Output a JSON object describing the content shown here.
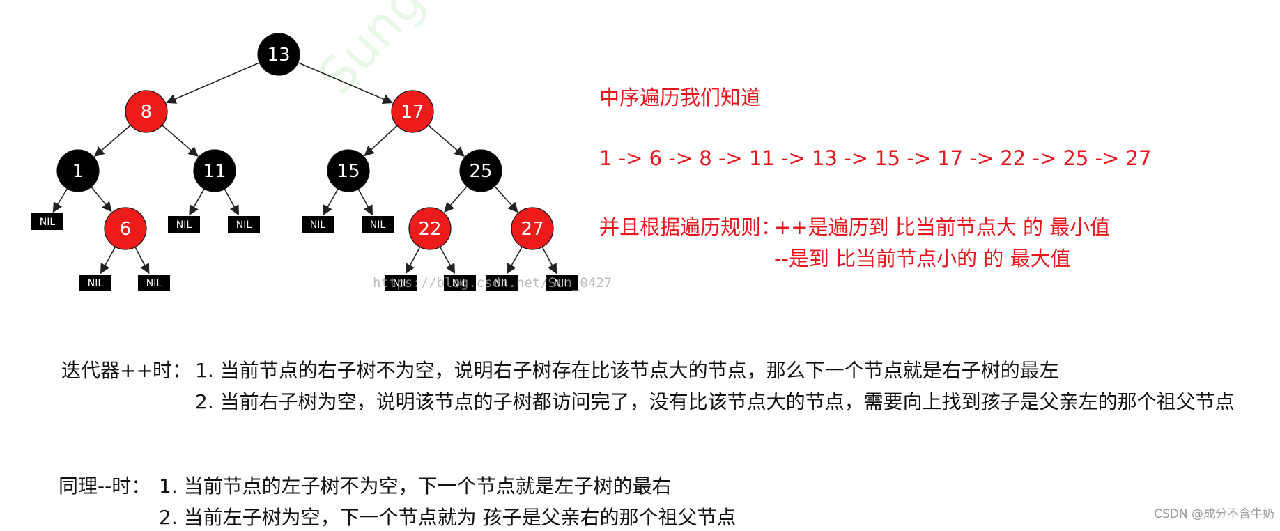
{
  "colors": {
    "red_node": "#ee1b1b",
    "black_node": "#000000",
    "annotation": "#e8161c",
    "body_text": "#111111"
  },
  "tree": {
    "nodes": [
      {
        "id": "n13",
        "label": "13",
        "color": "black",
        "parent": null
      },
      {
        "id": "n8",
        "label": "8",
        "color": "red",
        "parent": "n13"
      },
      {
        "id": "n17",
        "label": "17",
        "color": "red",
        "parent": "n13"
      },
      {
        "id": "n1",
        "label": "1",
        "color": "black",
        "parent": "n8"
      },
      {
        "id": "n11",
        "label": "11",
        "color": "black",
        "parent": "n8"
      },
      {
        "id": "n15",
        "label": "15",
        "color": "black",
        "parent": "n17"
      },
      {
        "id": "n25",
        "label": "25",
        "color": "black",
        "parent": "n17"
      },
      {
        "id": "n6",
        "label": "6",
        "color": "red",
        "parent": "n1"
      },
      {
        "id": "n22",
        "label": "22",
        "color": "red",
        "parent": "n25"
      },
      {
        "id": "n27",
        "label": "27",
        "color": "red",
        "parent": "n25"
      }
    ],
    "nil_label": "NIL",
    "nil_leaves": [
      {
        "id": "nil1",
        "parent": "n1"
      },
      {
        "id": "nil2",
        "parent": "n6"
      },
      {
        "id": "nil3",
        "parent": "n6"
      },
      {
        "id": "nil4",
        "parent": "n11"
      },
      {
        "id": "nil5",
        "parent": "n11"
      },
      {
        "id": "nil6",
        "parent": "n15"
      },
      {
        "id": "nil7",
        "parent": "n15"
      },
      {
        "id": "nil8",
        "parent": "n22"
      },
      {
        "id": "nil9",
        "parent": "n22"
      },
      {
        "id": "nil10",
        "parent": "n27"
      },
      {
        "id": "nil11",
        "parent": "n27"
      }
    ]
  },
  "annotations": {
    "inorder_title": "中序遍历我们知道",
    "inorder_sequence": "1 -> 6 -> 8 -> 11  -> 13 -> 15 -> 17 -> 22 -> 25 -> 27",
    "rule_label": "并且根据遍历规则：",
    "rule_plusplus": "++是遍历到 比当前节点大 的 最小值",
    "rule_minusminus": "--是到 比当前节点小的 的 最大值"
  },
  "iterator_plus": {
    "label": "迭代器++时：",
    "line1": "1. 当前节点的右子树不为空，说明右子树存在比该节点大的节点，那么下一个节点就是右子树的最左",
    "line2": "2. 当前右子树为空，说明该节点的子树都访问完了，没有比该节点大的节点，需要向上找到孩子是父亲左的那个祖父节点"
  },
  "iterator_minus": {
    "label": "同理--时：",
    "line1": "1. 当前节点的左子树不为空，下一个节点就是左子树的最右",
    "line2": "2. 当前左子树为空，下一个节点就为 孩子是父亲右的那个祖父节点"
  },
  "watermarks": {
    "diagonal": "Sungoumm",
    "url": "https://blog.csdn.net/Sun_0427",
    "footer": "CSDN @成分不含牛奶"
  }
}
